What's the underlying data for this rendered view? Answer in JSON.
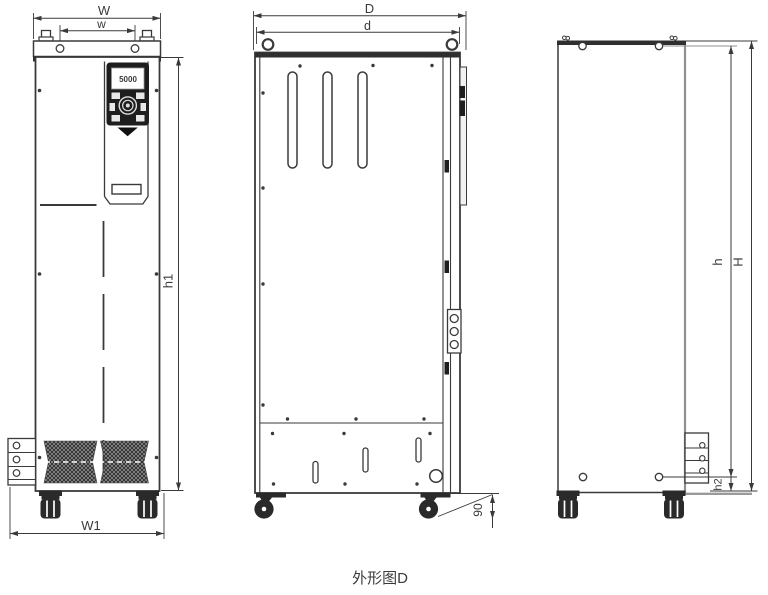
{
  "drawing": {
    "caption": "外形图D",
    "front_view": {
      "display_value": "5000",
      "dim_top_width": "W",
      "dim_mount_width": "w",
      "dim_body_height": "h1",
      "dim_base_width": "W1"
    },
    "back_view": {
      "dim_depth": "D",
      "dim_inner_depth": "d",
      "dim_caster_height": "90"
    },
    "side_view": {
      "dim_mount_height": "h",
      "dim_total_height": "H",
      "dim_base_offset": "h2"
    }
  }
}
